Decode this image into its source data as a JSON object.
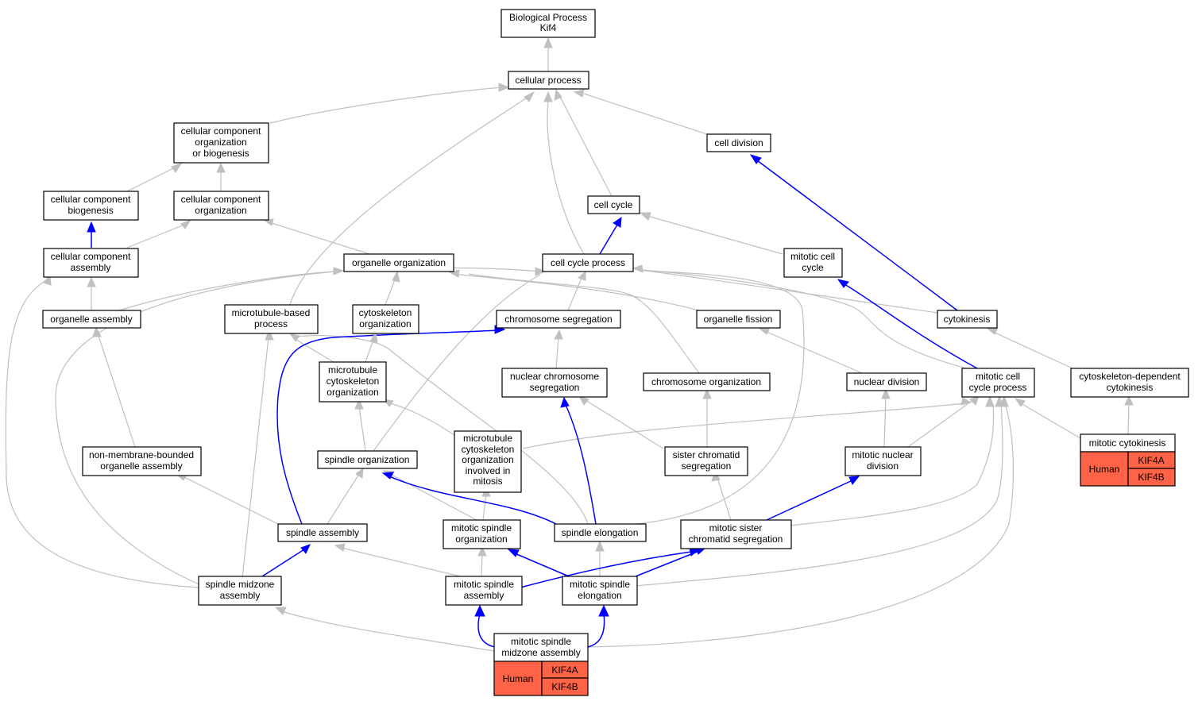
{
  "colors": {
    "gene_fill": "#ff6347",
    "edge_gray": "#c0c0c0",
    "edge_blue": "#0000ff"
  },
  "nodes": {
    "root": [
      "Biological Process",
      "Kif4"
    ],
    "cellular_process": [
      "cellular process"
    ],
    "ccob": [
      "cellular component",
      "organization",
      "or biogenesis"
    ],
    "cell_division": [
      "cell division"
    ],
    "cc_biogenesis": [
      "cellular component",
      "biogenesis"
    ],
    "cc_organization": [
      "cellular component",
      "organization"
    ],
    "cell_cycle": [
      "cell cycle"
    ],
    "cc_assembly": [
      "cellular component",
      "assembly"
    ],
    "organelle_org": [
      "organelle organization"
    ],
    "cell_cycle_process": [
      "cell cycle process"
    ],
    "mitotic_cell_cycle": [
      "mitotic cell",
      "cycle"
    ],
    "organelle_assembly": [
      "organelle assembly"
    ],
    "mt_process": [
      "microtubule-based",
      "process"
    ],
    "cytoskel_org": [
      "cytoskeleton",
      "organization"
    ],
    "chrom_seg": [
      "chromosome segregation"
    ],
    "organelle_fission": [
      "organelle fission"
    ],
    "cytokinesis": [
      "cytokinesis"
    ],
    "mt_cytoskel_org": [
      "microtubule",
      "cytoskeleton",
      "organization"
    ],
    "nuclear_chrom_seg": [
      "nuclear chromosome",
      "segregation"
    ],
    "chrom_org": [
      "chromosome organization"
    ],
    "nuclear_division": [
      "nuclear division"
    ],
    "mitotic_ccp": [
      "mitotic cell",
      "cycle process"
    ],
    "cytoskel_dep_cytok": [
      "cytoskeleton-dependent",
      "cytokinesis"
    ],
    "non_membrane": [
      "non-membrane-bounded",
      "organelle assembly"
    ],
    "mt_cytoskel_mitosis": [
      "microtubule",
      "cytoskeleton",
      "organization",
      "involved in",
      "mitosis"
    ],
    "spindle_org": [
      "spindle organization"
    ],
    "sister_chrom_seg": [
      "sister chromatid",
      "segregation"
    ],
    "mitotic_nuclear_div": [
      "mitotic nuclear",
      "division"
    ],
    "spindle_assembly": [
      "spindle assembly"
    ],
    "mitotic_spindle_org": [
      "mitotic spindle",
      "organization"
    ],
    "spindle_elongation": [
      "spindle elongation"
    ],
    "mitotic_sister_seg": [
      "mitotic sister",
      "chromatid segregation"
    ],
    "spindle_midzone_assembly": [
      "spindle midzone",
      "assembly"
    ],
    "mitotic_spindle_assembly": [
      "mitotic spindle",
      "assembly"
    ],
    "mitotic_spindle_elong": [
      "mitotic spindle",
      "elongation"
    ]
  },
  "annotated": {
    "mitotic_cytokinesis": {
      "title": [
        "mitotic cytokinesis"
      ],
      "species": "Human",
      "genes": [
        "KIF4A",
        "KIF4B"
      ]
    },
    "mitotic_spindle_midzone": {
      "title": [
        "mitotic spindle",
        "midzone assembly"
      ],
      "species": "Human",
      "genes": [
        "KIF4A",
        "KIF4B"
      ]
    }
  }
}
